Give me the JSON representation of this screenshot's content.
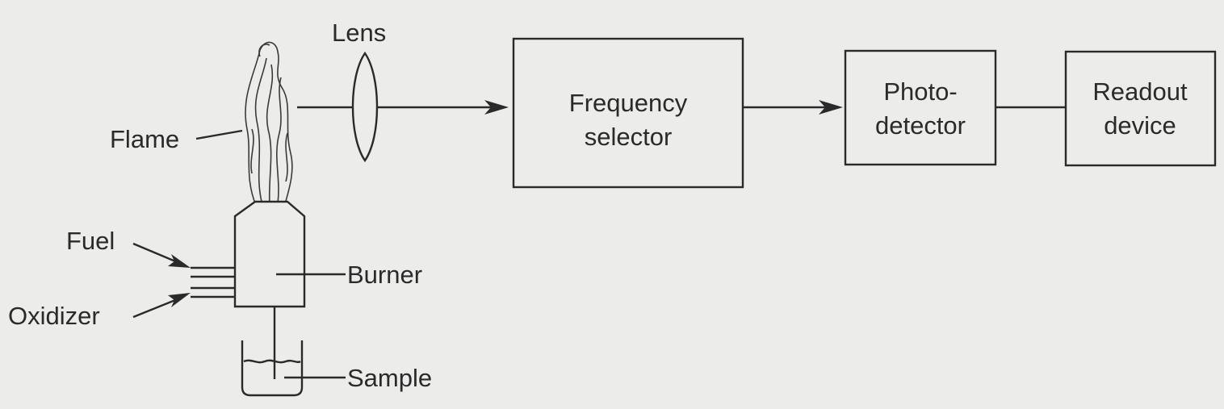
{
  "labels": {
    "lens": "Lens",
    "flame": "Flame",
    "fuel": "Fuel",
    "oxidizer": "Oxidizer",
    "burner": "Burner",
    "sample": "Sample"
  },
  "blocks": {
    "frequency_selector": [
      "Frequency",
      "selector"
    ],
    "photo_detector": [
      "Photo-",
      "detector"
    ],
    "readout_device": [
      "Readout",
      "device"
    ]
  },
  "colors": {
    "background": "#ececea",
    "ink": "#2a2a2a"
  }
}
